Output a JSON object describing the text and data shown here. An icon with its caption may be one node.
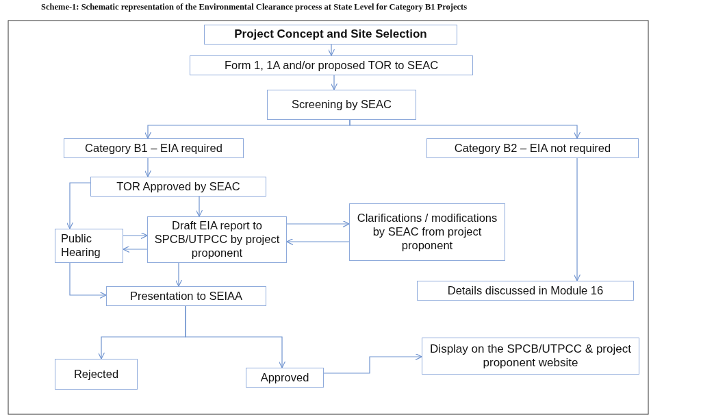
{
  "diagram": {
    "title": "Scheme-1: Schematic representation of the Environmental Clearance process at State Level for Category B1 Projects",
    "nodes": [
      {
        "text": [
          "Project Concept and Site Selection"
        ]
      },
      {
        "text": [
          "Form 1, 1A and/or proposed TOR to SEAC"
        ]
      },
      {
        "text": [
          "Screening by SEAC"
        ]
      },
      {
        "text": [
          "Category B1 – EIA required"
        ]
      },
      {
        "text": [
          "Category B2 – EIA not required"
        ]
      },
      {
        "text": [
          "TOR Approved by SEAC"
        ]
      },
      {
        "text": [
          "Public Hearing"
        ]
      },
      {
        "text": [
          "Draft EIA report to SPCB/UTPCC by project proponent"
        ]
      },
      {
        "text": [
          "Clarifications / modifications by SEAC from project proponent"
        ]
      },
      {
        "text": [
          "Details discussed in Module 16"
        ]
      },
      {
        "text": [
          "Presentation to SEIAA"
        ]
      },
      {
        "text": [
          "Rejected"
        ]
      },
      {
        "text": [
          "Approved"
        ]
      },
      {
        "text": [
          "Display on the SPCB/UTPCC & project proponent website"
        ]
      }
    ],
    "edges": [
      {
        "from": 0,
        "to": 1,
        "arrow": "to"
      },
      {
        "from": 1,
        "to": 2,
        "arrow": "to"
      },
      {
        "from": 2,
        "to": 3,
        "arrow": "to"
      },
      {
        "from": 2,
        "to": 4,
        "arrow": "to"
      },
      {
        "from": 3,
        "to": 5,
        "arrow": "to"
      },
      {
        "from": 5,
        "to": 6,
        "arrow": "to"
      },
      {
        "from": 5,
        "to": 7,
        "arrow": "to"
      },
      {
        "from": 6,
        "to": 7,
        "arrow": "to"
      },
      {
        "from": 7,
        "to": 6,
        "arrow": "to"
      },
      {
        "from": 7,
        "to": 8,
        "arrow": "to"
      },
      {
        "from": 8,
        "to": 7,
        "arrow": "to"
      },
      {
        "from": 4,
        "to": 9,
        "arrow": "to"
      },
      {
        "from": 7,
        "to": 10,
        "arrow": "to"
      },
      {
        "from": 6,
        "to": 10,
        "arrow": "to"
      },
      {
        "from": 10,
        "to": 11,
        "arrow": "to"
      },
      {
        "from": 10,
        "to": 12,
        "arrow": "to"
      },
      {
        "from": 12,
        "to": 13,
        "arrow": "to"
      }
    ]
  }
}
